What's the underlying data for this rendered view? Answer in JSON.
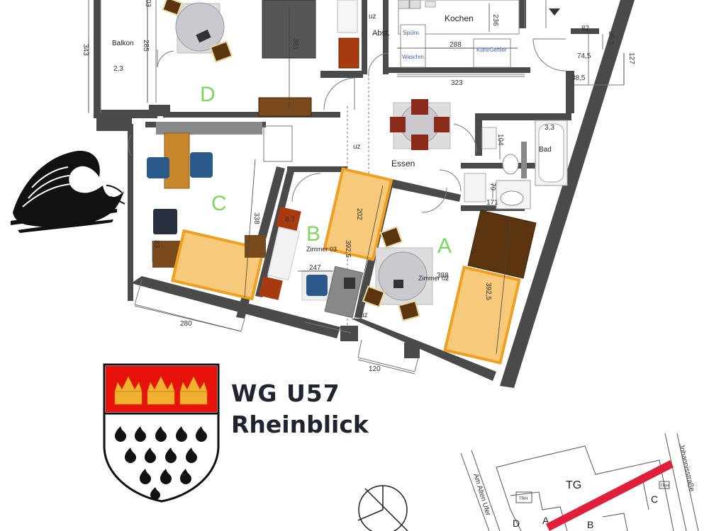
{
  "title": {
    "line1": "WG U57",
    "line2": "Rheinblick"
  },
  "rooms": {
    "a": "A",
    "b": "B",
    "c": "C",
    "d": "D"
  },
  "room_names": {
    "balkon": "Balkon",
    "kochen": "Kochen",
    "abst": "Abst.",
    "essen": "Essen",
    "zimmer_b": "Zimmer 03",
    "zimmer_a": "Zimmer 02",
    "bad": "Bad"
  },
  "appliances": {
    "spuelm": "Spülm.",
    "waschm": "Waschm.",
    "kuehl": "Kühl/Gefrier"
  },
  "dimensions": {
    "d343": "343",
    "d285": "285",
    "d23": "2,3",
    "d361": "361",
    "d236": "236",
    "d288": "288",
    "d323": "323",
    "d82": "82",
    "d305": "30,5",
    "d745": "74,5",
    "d127": "127",
    "d385": "38,5",
    "d33": "3,3",
    "d104": "104",
    "d79": "79",
    "d171": "171",
    "d338": "338",
    "d87": "8,7",
    "d202": "202",
    "d3925b": "392,5",
    "d247": "247",
    "d388": "388",
    "d3925a": "392,5",
    "d83": "83",
    "d280": "280",
    "d120": "120",
    "d03": "03",
    "uz1": "uz",
    "uz2": "uz",
    "uz3": "uz"
  },
  "site_plan": {
    "tg": "TG",
    "c": "C",
    "a": "A",
    "b": "B",
    "d": "D",
    "trh1": "TRH",
    "trh2": "TRH",
    "street_left": "Am Alten Ufer",
    "street_right": "Johannisstraße"
  },
  "colors": {
    "wall": "#4a4a4a",
    "room_letter": "#7ad85a",
    "bed": "#f7c97a",
    "bed_border": "#f0a020",
    "wood": "#7a4a1f",
    "dark_wood": "#5a3510",
    "crest_red": "#e8120c",
    "crown_gold": "#f0b030",
    "chair_blue": "#2a5a8a",
    "chair_red": "#8a2a1a",
    "table_grey": "#c8cad0",
    "arrow_red": "#e0203a"
  }
}
